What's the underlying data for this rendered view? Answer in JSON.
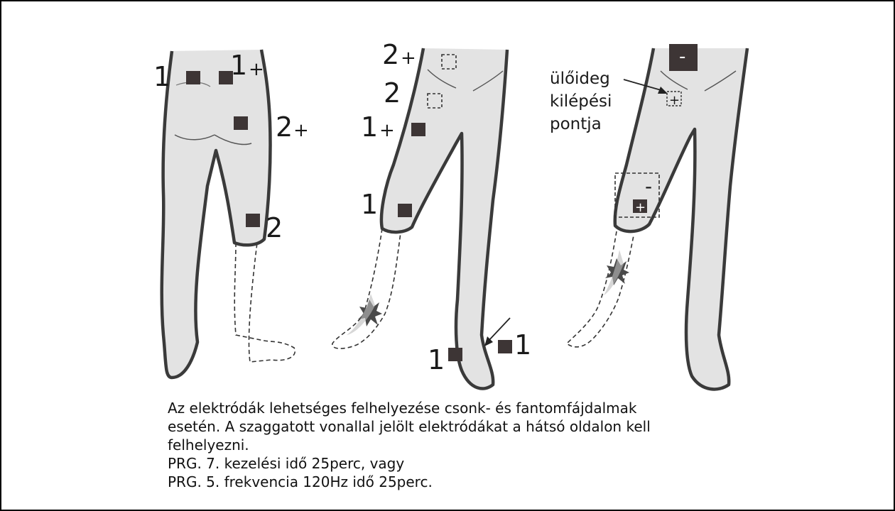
{
  "labels": {
    "back": {
      "e1_left": "1",
      "e1_right": "1",
      "e1_right_plus": "+",
      "e2_plus": "2",
      "e2_plus_sign": "+",
      "e2": "2"
    },
    "front": {
      "e2_plus": "2",
      "e2_plus_sign": "+",
      "e2": "2",
      "e1_plus": "1",
      "e1_plus_sign": "+",
      "e1": "1",
      "e1_foot_left": "1",
      "e1_foot_right": "1"
    },
    "side": {
      "minus_top": "-",
      "minus_knee": "-",
      "plus_knee": "+",
      "plus_hip": "+",
      "nerve_line1": "ülőideg",
      "nerve_line2": "kilépési",
      "nerve_line3": "pontja"
    }
  },
  "caption": {
    "line1": "Az elektródák lehetséges felhelyezése csonk- és fantomfájdalmak",
    "line2": "esetén. A szaggatott vonallal jelölt elektródákat a hátsó oldalon kell",
    "line3": "felhelyezni.",
    "line4": "PRG. 7. kezelési idő 25perc, vagy",
    "line5": "PRG. 5. frekvencia 120Hz idő 25perc."
  },
  "colors": {
    "outline": "#3a3a3a",
    "skin_shade": "#e3e3e3",
    "electrode": "#3d3535",
    "dashed": "#333333"
  }
}
